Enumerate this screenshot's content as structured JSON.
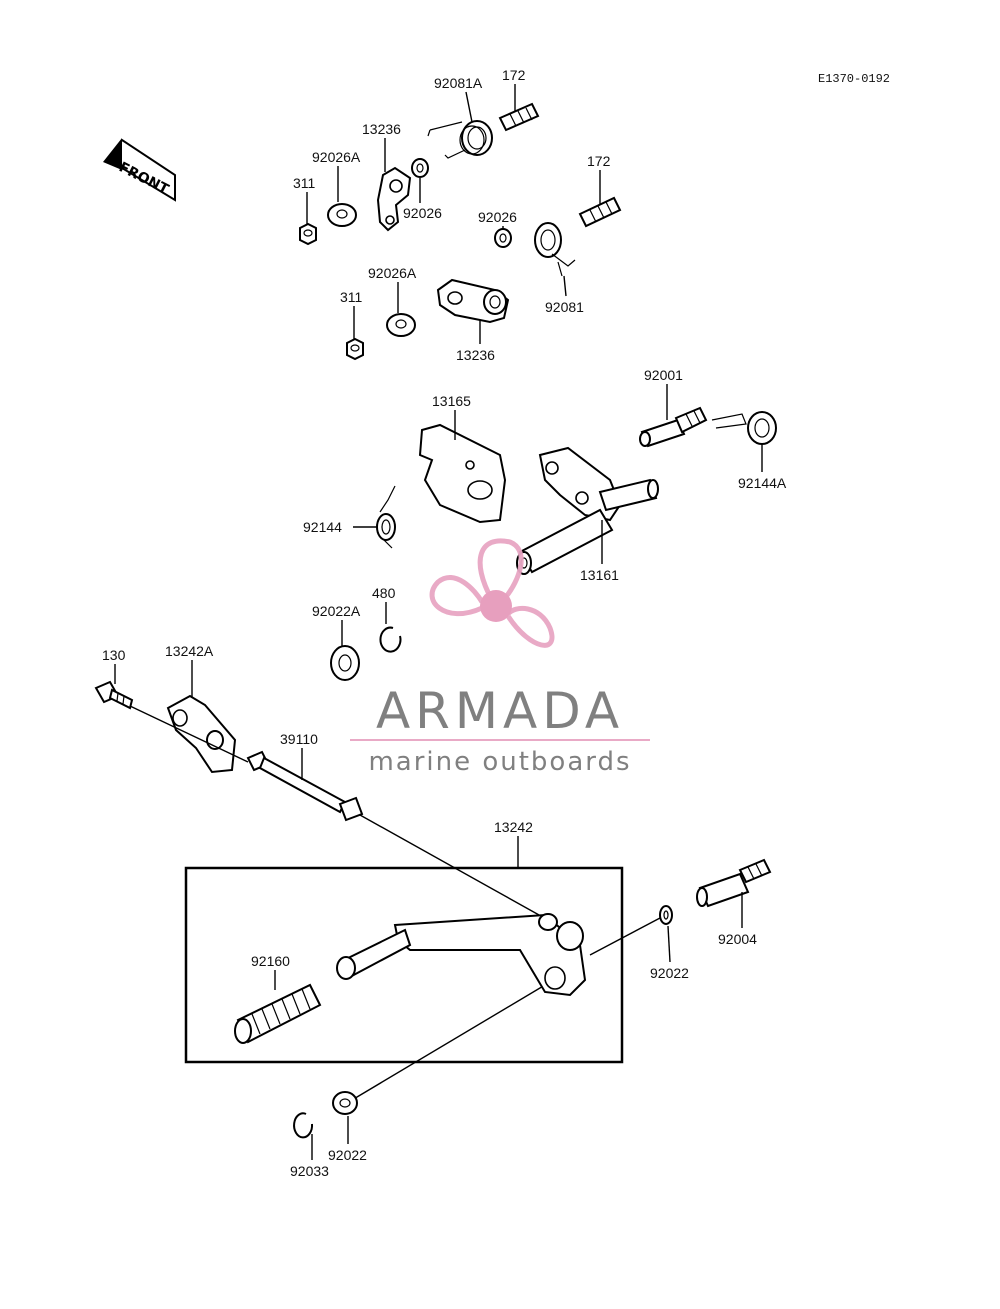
{
  "drawing_code": "E1370-0192",
  "front_marker": "FRONT",
  "labels": {
    "l_92081A": "92081A",
    "l_172a": "172",
    "l_13236a": "13236",
    "l_92026Aa": "92026A",
    "l_311a": "311",
    "l_92026a": "92026",
    "l_172b": "172",
    "l_92026b": "92026",
    "l_92081": "92081",
    "l_92026Ab": "92026A",
    "l_311b": "311",
    "l_13236b": "13236",
    "l_92001": "92001",
    "l_13165": "13165",
    "l_92144A": "92144A",
    "l_92144": "92144",
    "l_13161": "13161",
    "l_92022A": "92022A",
    "l_480": "480",
    "l_130": "130",
    "l_13242A": "13242A",
    "l_39110": "39110",
    "l_13242": "13242",
    "l_92004": "92004",
    "l_92160": "92160",
    "l_92022a": "92022",
    "l_92022b": "92022",
    "l_92033": "92033"
  },
  "watermark": {
    "brand": "ARMADA",
    "tagline": "marine outboards",
    "pink": "#e8a6c4",
    "pink_center": "#e69abb",
    "gray": "#7a7a7a"
  }
}
